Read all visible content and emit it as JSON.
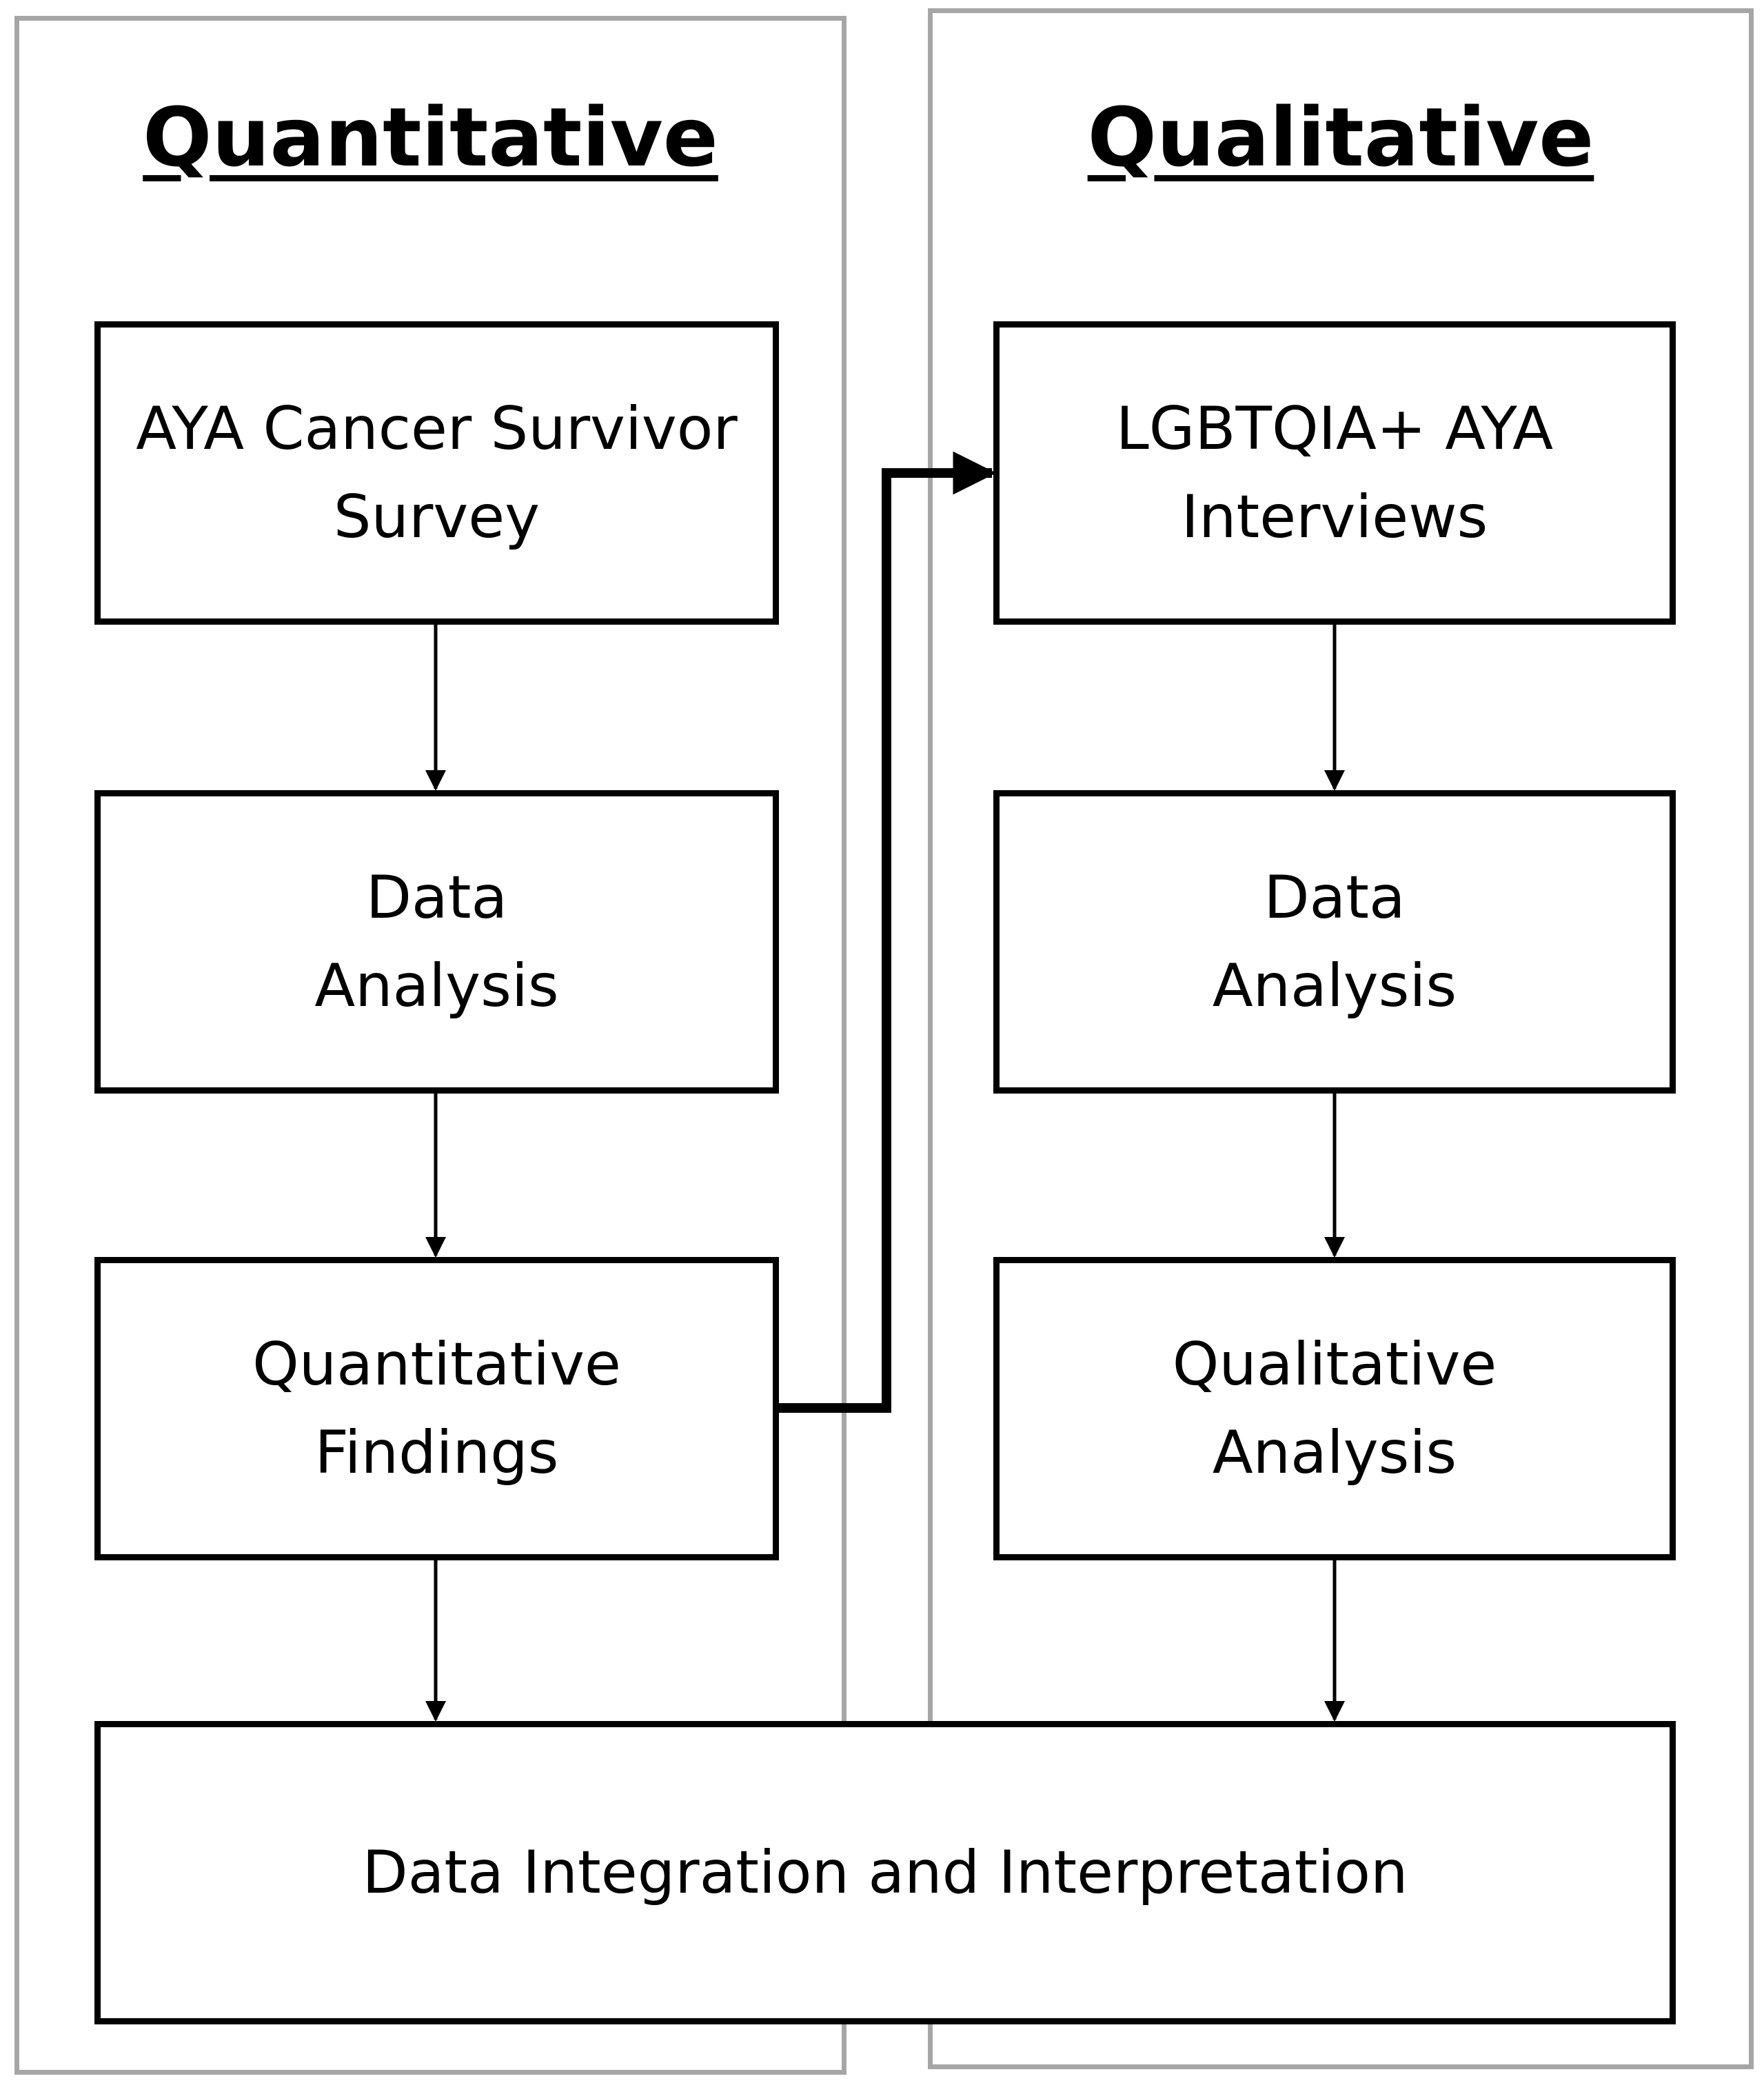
{
  "panels": {
    "quantitative": {
      "title": "Quantitative"
    },
    "qualitative": {
      "title": "Qualitative"
    }
  },
  "boxes": {
    "survey": "AYA Cancer Survivor\nSurvey",
    "quant_analysis": "Data\nAnalysis",
    "quant_findings": "Quantitative\nFindings",
    "interviews": "LGBTQIA+ AYA\nInterviews",
    "qual_analysis": "Data\nAnalysis",
    "qual_qualitative": "Qualitative\nAnalysis",
    "integration": "Data Integration and Interpretation"
  }
}
